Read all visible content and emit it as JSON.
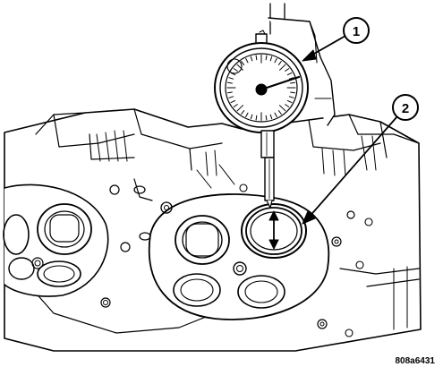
{
  "figure": {
    "figure_id": "808a6431",
    "callouts": [
      {
        "number": "1"
      },
      {
        "number": "2"
      }
    ],
    "colors": {
      "line": "#000000",
      "fill": "#ffffff"
    }
  }
}
